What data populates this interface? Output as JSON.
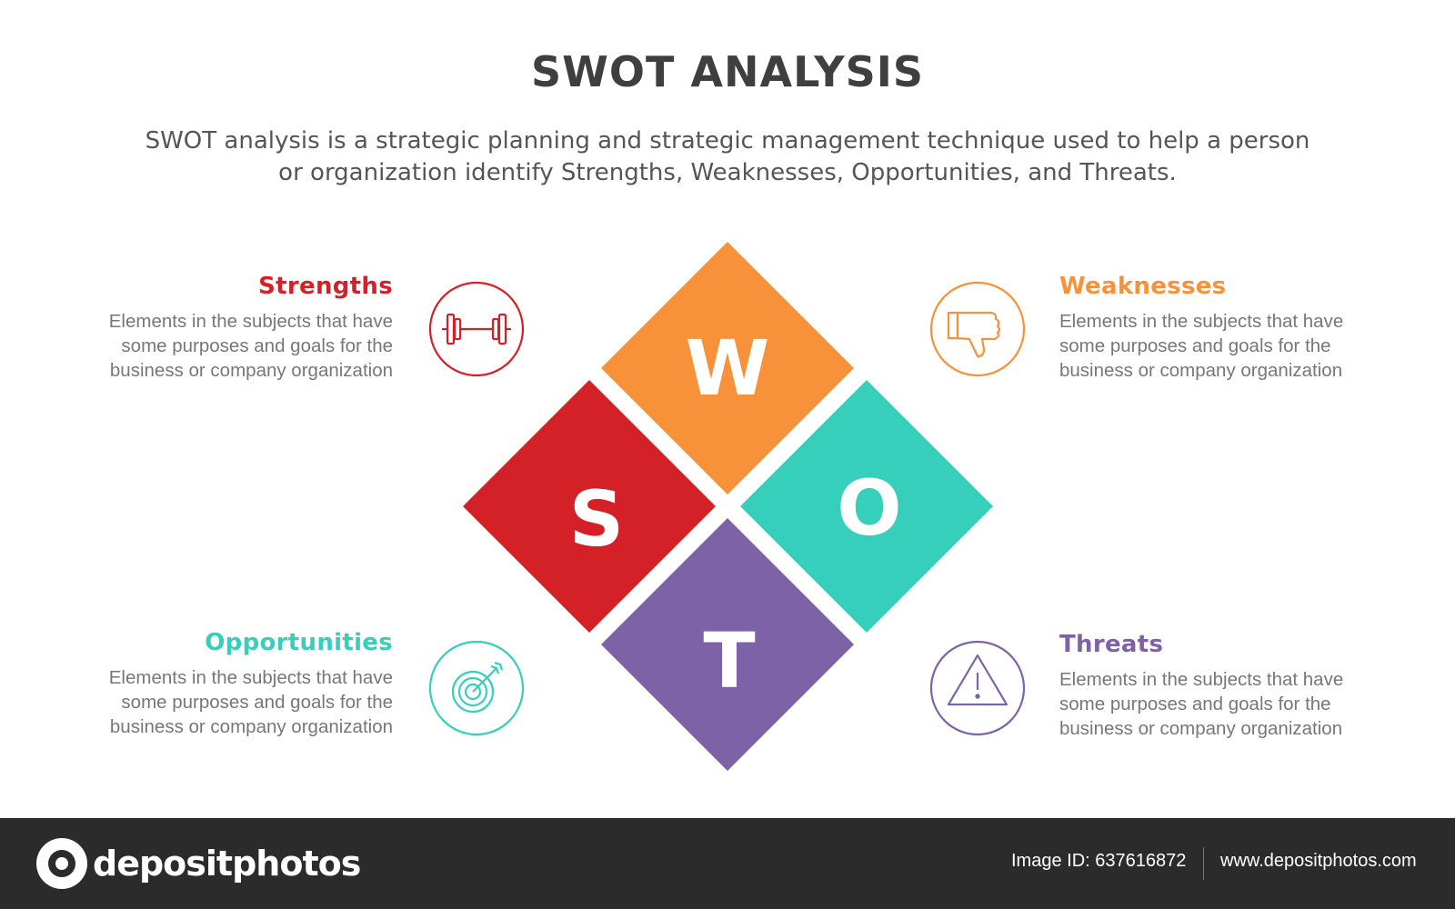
{
  "header": {
    "title": "SWOT ANALYSIS",
    "subtitle_line1": "SWOT analysis is a strategic planning and strategic management technique used to help a person",
    "subtitle_line2": "or organization identify Strengths, Weaknesses, Opportunities, and Threats."
  },
  "quadrants": {
    "strengths": {
      "letter": "S",
      "heading": "Strengths",
      "desc_line1": "Elements in the subjects that have",
      "desc_line2": "some purposes and goals for the",
      "desc_line3": "business or company organization",
      "color": "#d42128",
      "icon": "dumbbell-icon"
    },
    "weaknesses": {
      "letter": "W",
      "heading": "Weaknesses",
      "desc_line1": "Elements in the subjects that have",
      "desc_line2": "some purposes and goals for the",
      "desc_line3": "business or company organization",
      "color": "#f7923a",
      "icon": "thumbs-down-icon"
    },
    "opportunities": {
      "letter": "O",
      "heading": "Opportunities",
      "desc_line1": "Elements in the subjects that have",
      "desc_line2": "some purposes and goals for the",
      "desc_line3": "business or company organization",
      "color": "#36cfbb",
      "icon": "target-arrow-icon"
    },
    "threats": {
      "letter": "T",
      "heading": "Threats",
      "desc_line1": "Elements in the subjects that have",
      "desc_line2": "some purposes and goals for the",
      "desc_line3": "business or company organization",
      "color": "#7e62a7",
      "icon": "warning-triangle-icon"
    }
  },
  "footer": {
    "brand": "depositphotos",
    "image_id": "Image ID: 637616872",
    "site": "www.depositphotos.com"
  }
}
